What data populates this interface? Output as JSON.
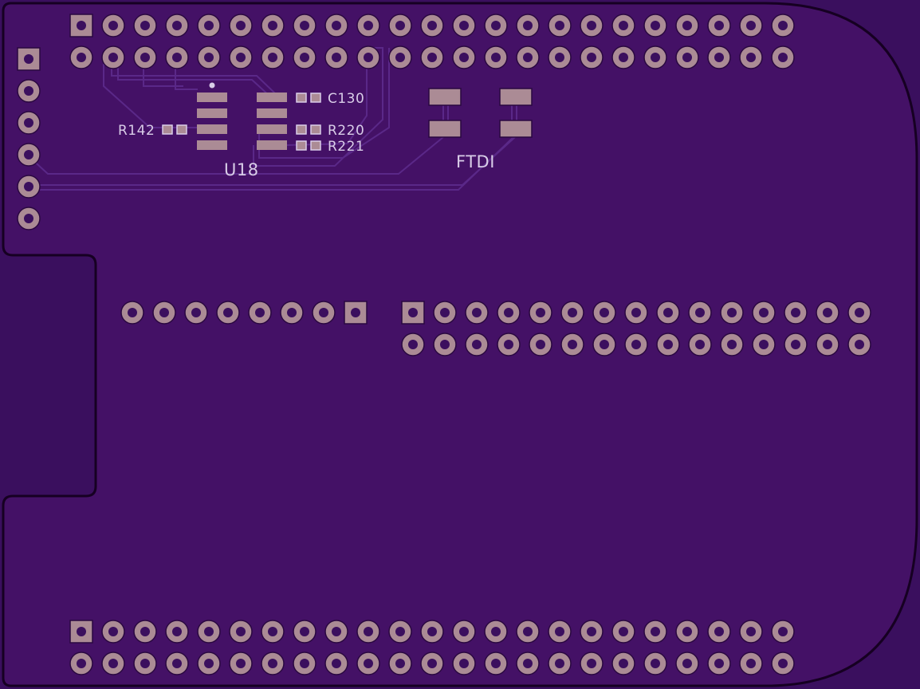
{
  "board": {
    "colors": {
      "substrate": "#3a0f5e",
      "solder_mask": "#441166",
      "outline": "#160022",
      "pad_copper": "#ab8b95",
      "trace": "#4f1f78",
      "silkscreen": "#d9cde8"
    },
    "labels": {
      "u18": "U18",
      "ftdi": "FTDI",
      "c130": "C130",
      "r142": "R142",
      "r220": "R220",
      "r221": "R221"
    },
    "headers": {
      "top_rows": 2,
      "top_pins_per_row": 23,
      "bottom_rows": 2,
      "bottom_pins_per_row": 23,
      "left_column_pins": 6,
      "middle_single_row_pins": 8,
      "right_double_rows": 2,
      "right_double_pins_per_row": 15
    }
  }
}
